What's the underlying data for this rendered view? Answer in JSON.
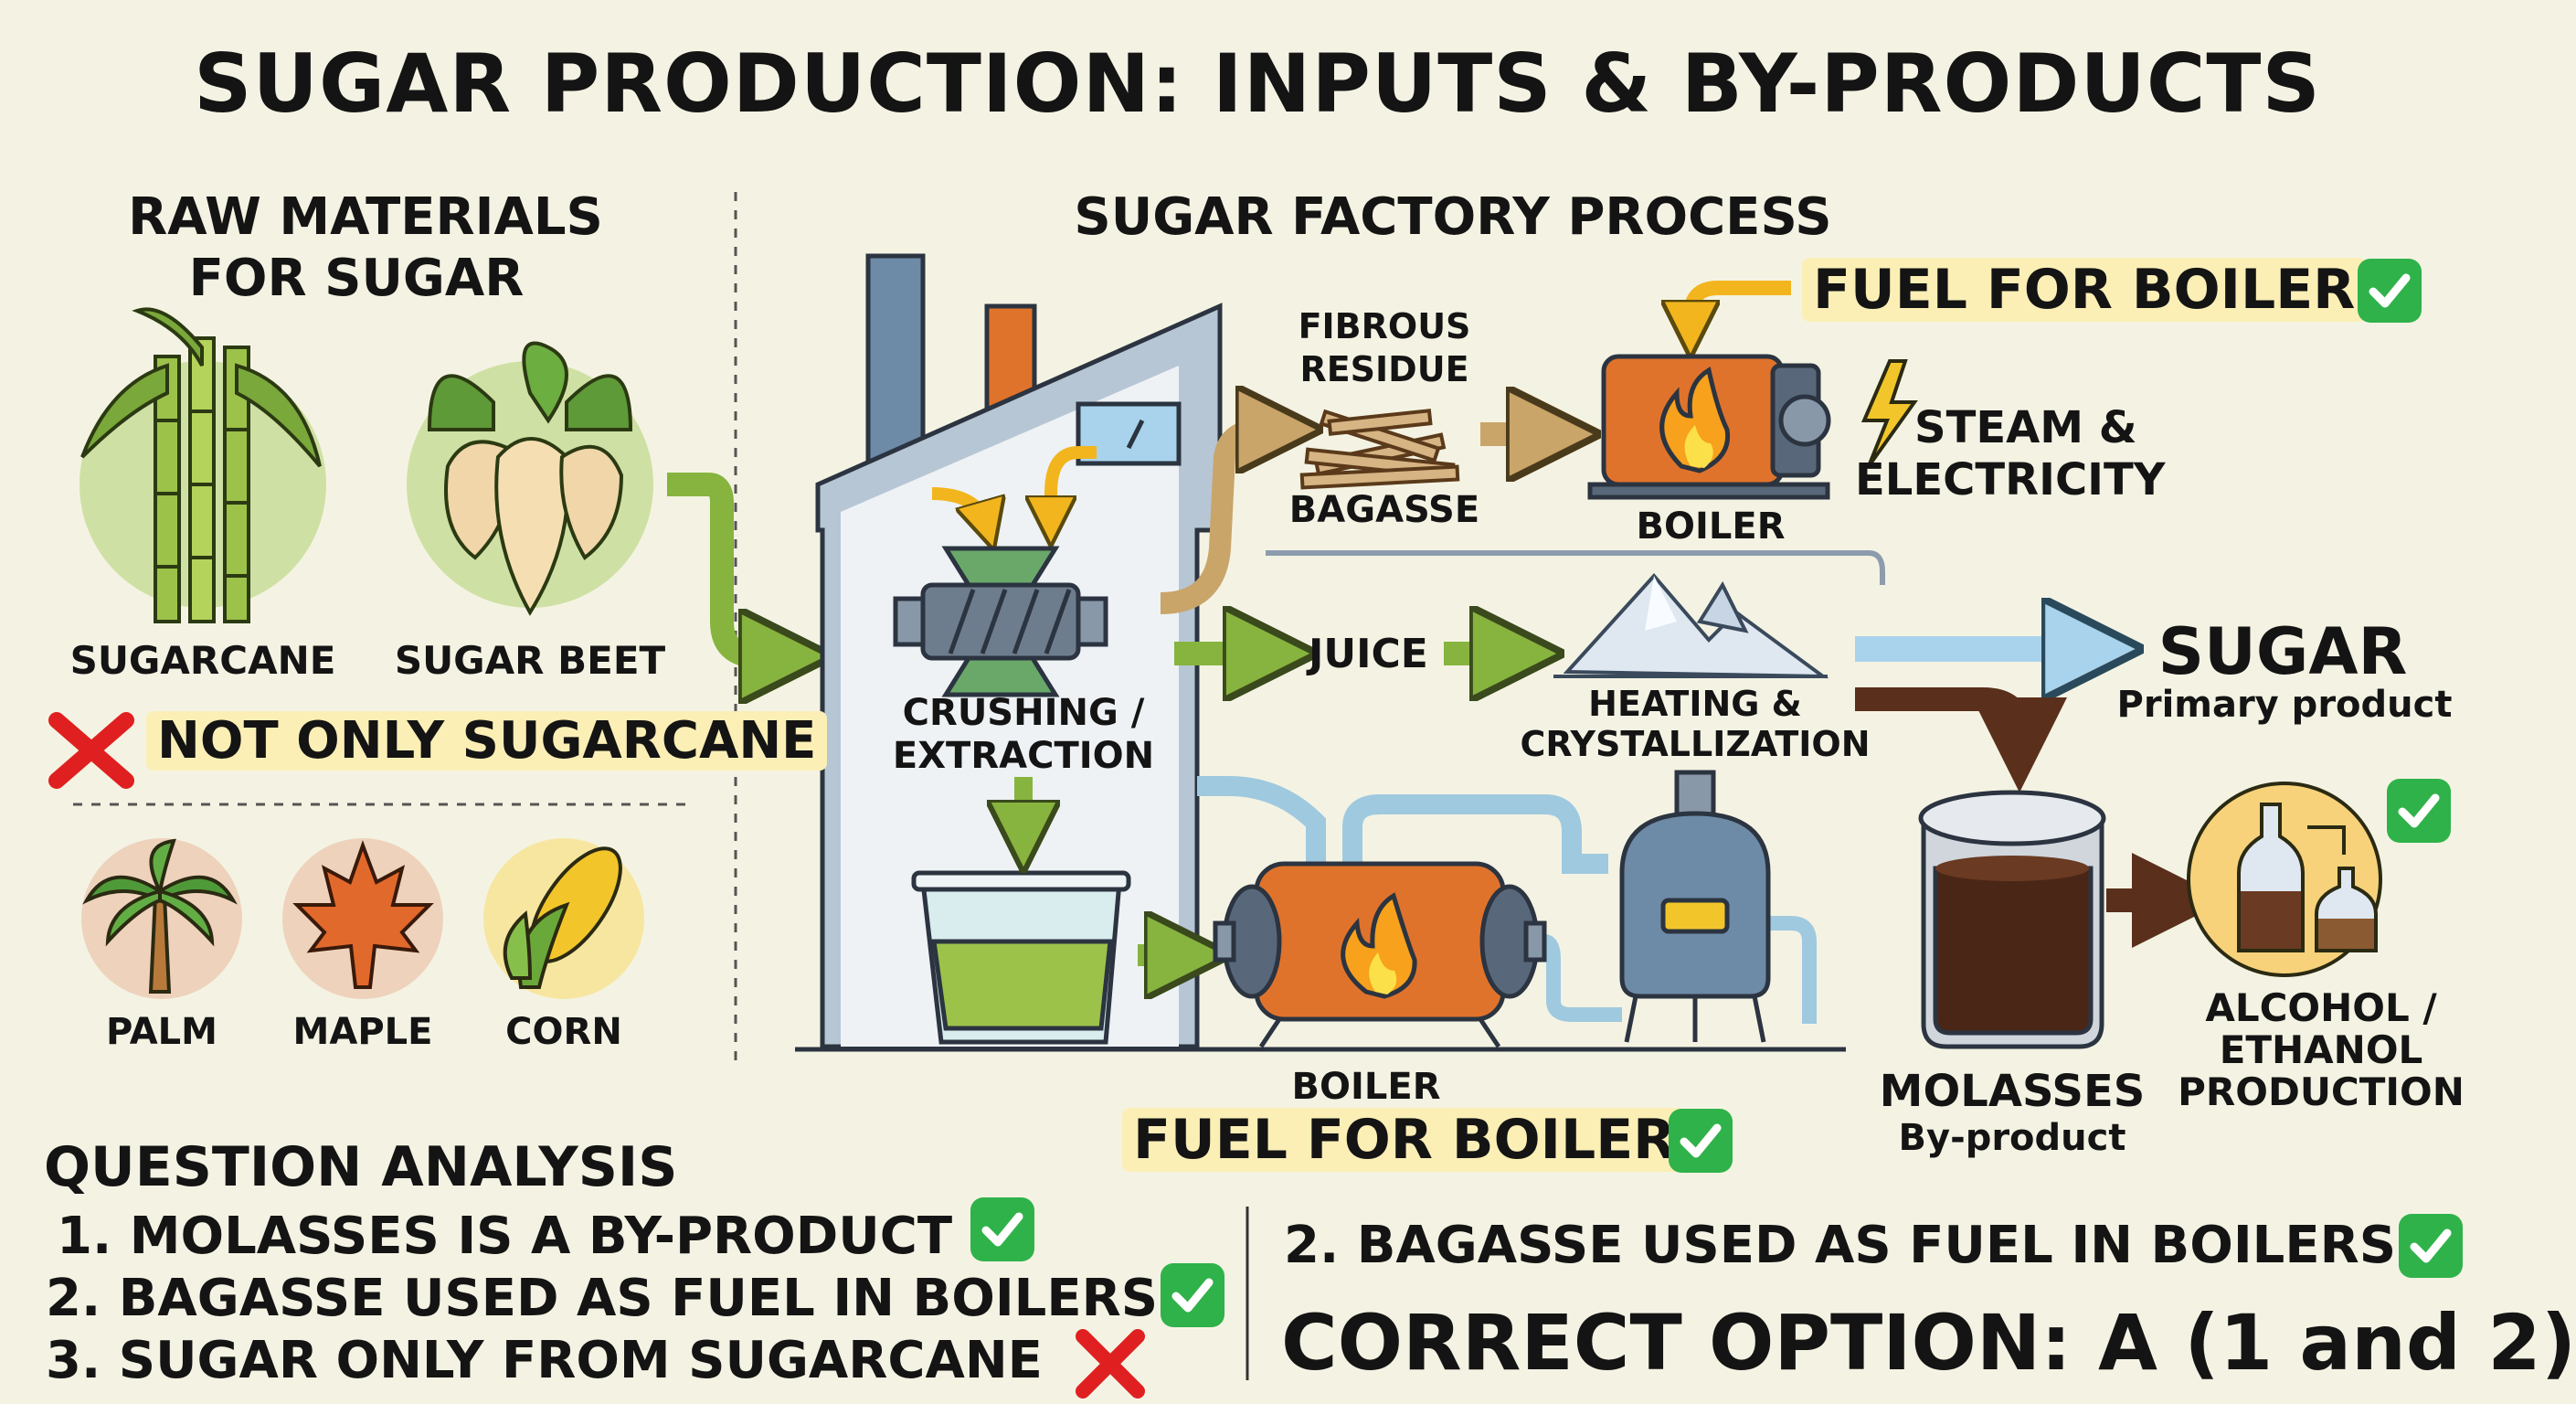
{
  "title": "SUGAR PRODUCTION: INPUTS & BY-PRODUCTS",
  "raw_materials": {
    "heading_line1": "RAW MATERIALS",
    "heading_line2": "FOR SUGAR",
    "main_sources": [
      {
        "label": "SUGARCANE",
        "icon": "sugarcane-icon"
      },
      {
        "label": "SUGAR BEET",
        "icon": "sugar-beet-icon"
      }
    ],
    "not_only_note": "NOT ONLY SUGARCANE",
    "other_sources": [
      {
        "label": "PALM",
        "icon": "palm-tree-icon"
      },
      {
        "label": "MAPLE",
        "icon": "maple-leaf-icon"
      },
      {
        "label": "CORN",
        "icon": "corn-icon"
      }
    ]
  },
  "process": {
    "heading": "SUGAR FACTORY PROCESS",
    "crushing_line1": "CRUSHING /",
    "crushing_line2": "EXTRACTION",
    "fibrous_line1": "FIBROUS",
    "fibrous_line2": "RESIDUE",
    "bagasse": "BAGASSE",
    "boiler_top": "BOILER",
    "fuel_top": "FUEL FOR BOILER",
    "steam_line1": "STEAM &",
    "steam_line2": "ELECTRICITY",
    "juice": "JUICE",
    "heating_line1": "HEATING &",
    "heating_line2": "CRYSTALLIZATION",
    "sugar": "SUGAR",
    "sugar_sub": "Primary product",
    "boiler_bottom": "BOILER",
    "fuel_bottom": "FUEL FOR BOILER",
    "molasses": "MOLASSES",
    "molasses_sub": "By-product",
    "alcohol_line1": "ALCOHOL /",
    "alcohol_line2": "ETHANOL",
    "alcohol_line3": "PRODUCTION"
  },
  "analysis": {
    "heading": "QUESTION ANALYSIS",
    "statements": [
      {
        "text": "1. MOLASSES IS A BY-PRODUCT",
        "verdict": "correct"
      },
      {
        "text": "2. BAGASSE USED AS FUEL IN BOILERS",
        "verdict": "correct"
      },
      {
        "text": "3. SUGAR ONLY FROM SUGARCANE",
        "verdict": "incorrect"
      }
    ],
    "repeat_statement": "2. BAGASSE USED AS FUEL IN BOILERS",
    "answer": "CORRECT OPTION: A (1 and 2)"
  },
  "colors": {
    "check_green": "#2fb24a",
    "cross_red": "#e02020",
    "arrow_green": "#86b43e",
    "arrow_tan": "#c9a56a",
    "arrow_blue": "#a9d3ec",
    "arrow_brown": "#5a2f1c",
    "boiler_orange": "#e0732c",
    "highlight": "#fbefb6"
  }
}
